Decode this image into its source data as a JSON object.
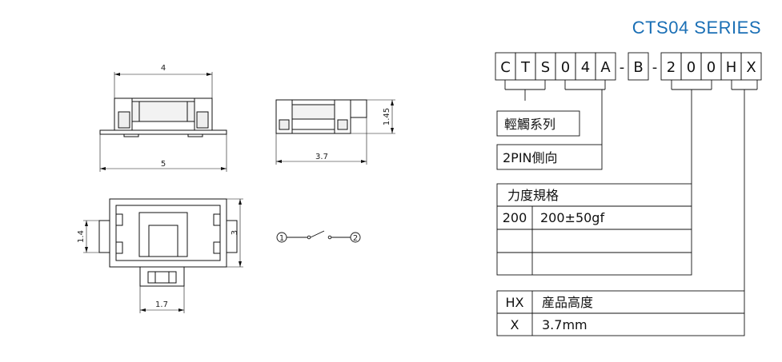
{
  "header": {
    "series_title": "CTS04  SERIES"
  },
  "drawings": {
    "top_view_width": "4",
    "top_view_base": "5",
    "side_view_height": "1.45",
    "side_view_width": "3.7",
    "bottom_view_height_left": "1.4",
    "bottom_view_height_right": "3",
    "bottom_view_lead": "1.7"
  },
  "schematic": {
    "terminal_1": "1",
    "terminal_2": "2"
  },
  "part_code": {
    "chars": [
      "C",
      "T",
      "S",
      "0",
      "4",
      "A",
      "-",
      "B",
      "-",
      "2",
      "0",
      "0",
      "H",
      "X"
    ]
  },
  "legend": {
    "type_label": "輕觸系列",
    "mount_label": "2PIN側向",
    "force_header": "力度規格",
    "force_rows": [
      {
        "code": "200",
        "desc": "200±50gf"
      },
      {
        "code": "",
        "desc": ""
      },
      {
        "code": "",
        "desc": ""
      }
    ],
    "height_header_code": "HX",
    "height_header_desc": "産品高度",
    "height_rows": [
      {
        "code": "X",
        "desc": "3.7mm"
      }
    ]
  }
}
